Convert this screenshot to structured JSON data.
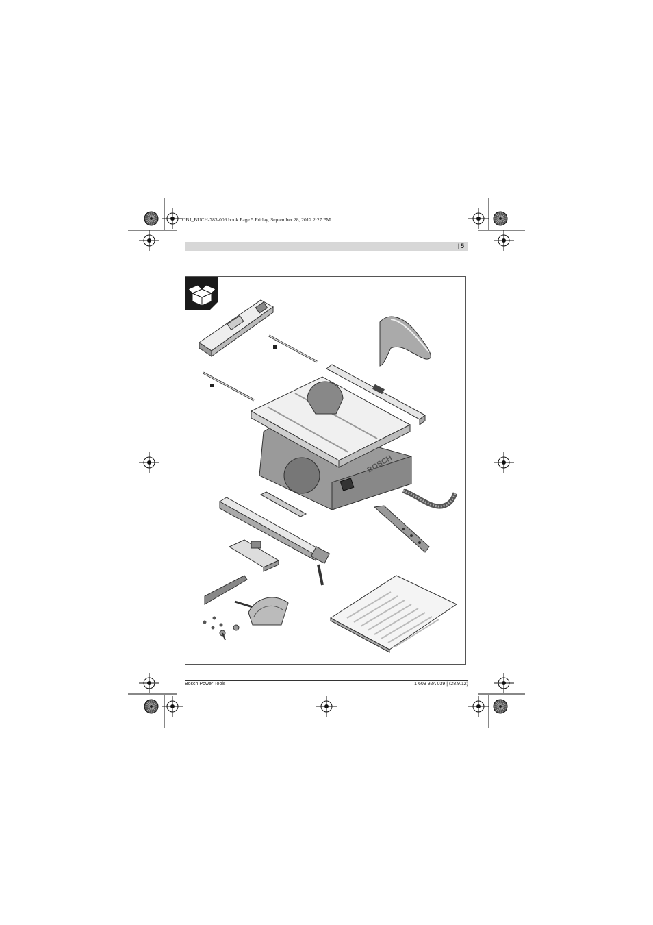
{
  "print_header": {
    "text": "OBJ_BUCH-783-006.book  Page 5  Friday, September 28, 2012  2:27 PM"
  },
  "page": {
    "number": "5"
  },
  "figure": {
    "icon": "box-contents-icon",
    "brand_mark": "BOSCH"
  },
  "footer": {
    "left": "Bosch Power Tools",
    "right": "1 609 92A 039 | (28.9.12)"
  },
  "colors": {
    "header_bar": "#d7d7d7",
    "frame": "#555555",
    "icon_badge": "#1a1a1a"
  }
}
